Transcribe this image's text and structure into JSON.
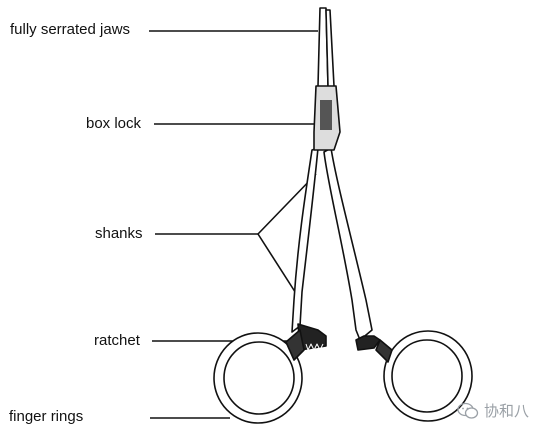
{
  "labels": {
    "jaws": "fully serrated jaws",
    "box_lock": "box lock",
    "shanks": "shanks",
    "ratchet": "ratchet",
    "finger_rings": "finger rings"
  },
  "watermark": {
    "text": "协和八",
    "icon": "wechat-chat-icon"
  },
  "colors": {
    "line": "#111111",
    "instrument_outline": "#111111",
    "instrument_fill": "#ffffff",
    "watermark": "#9aa0a6"
  }
}
